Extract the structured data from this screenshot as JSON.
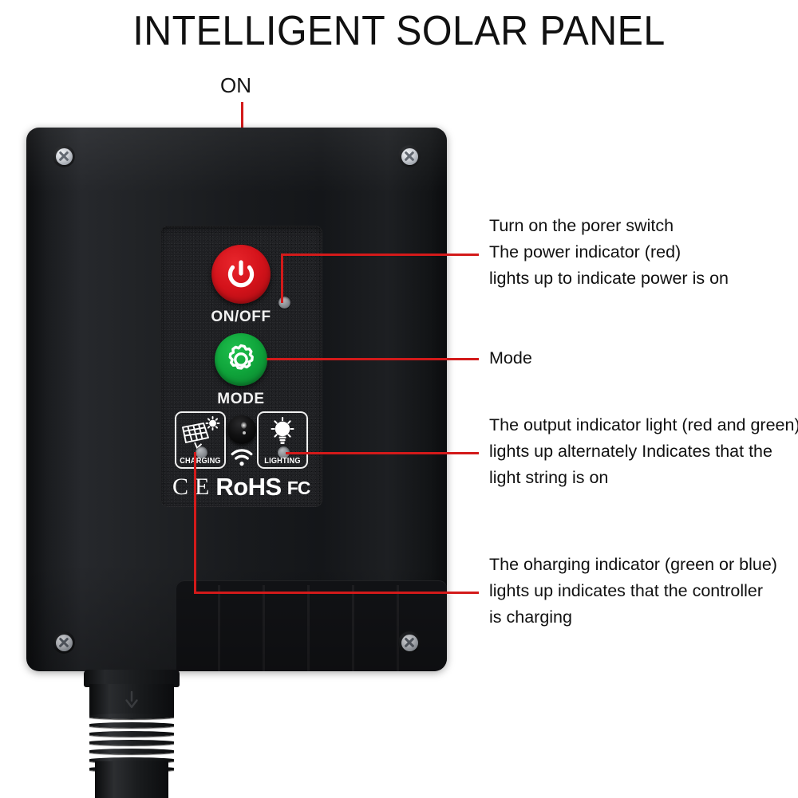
{
  "title": "INTELLIGENT SOLAR PANEL",
  "labels": {
    "on": "ON"
  },
  "device": {
    "buttons": [
      {
        "name": "power",
        "caption": "ON/OFF",
        "color": "#d4121a",
        "icon": "power-icon"
      },
      {
        "name": "mode",
        "caption": "MODE",
        "color": "#0fa33a",
        "icon": "gear-icon"
      }
    ],
    "indicator_boxes": [
      {
        "name": "charging",
        "label": "CHARGING",
        "icon": "solar-panel-icon"
      },
      {
        "name": "lighting",
        "label": "LIGHTING",
        "icon": "light-bulb-icon"
      }
    ],
    "sensor": {
      "name": "light-sensor-dome",
      "icon": "wifi-icon"
    },
    "certifications": {
      "ce": "C E",
      "rohs": "RoHS",
      "fc": "FC"
    }
  },
  "callouts": [
    {
      "name": "power-switch",
      "lines": [
        "Turn on the porer switch",
        "The power indicator (red)",
        "lights up to indicate power is on"
      ]
    },
    {
      "name": "mode",
      "lines": [
        "Mode"
      ]
    },
    {
      "name": "output-indicator",
      "lines": [
        "The output indicator light (red and green)",
        "lights up alternately Indicates that the",
        "light string is on"
      ]
    },
    {
      "name": "charging-indicator",
      "lines": [
        "The oharging indicator (green or blue)",
        "lights up indicates that the controller",
        "is charging"
      ]
    }
  ],
  "colors": {
    "leader_line": "#d31a1a",
    "power_red": "#d4121a",
    "mode_green": "#0fa33a",
    "body_black": "#1a1c1f",
    "text": "#111111"
  }
}
